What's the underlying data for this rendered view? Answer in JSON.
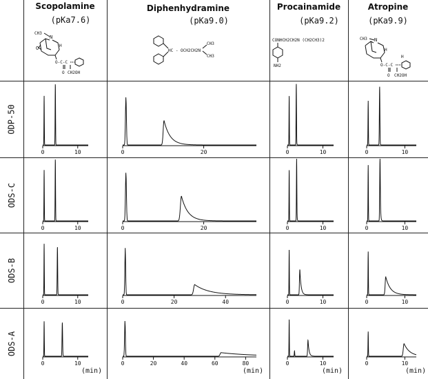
{
  "columns": [
    {
      "name": "Scopolamine",
      "pka": "(pKa7.6)"
    },
    {
      "name": "Diphenhydramine",
      "pka": "(pKa9.0)"
    },
    {
      "name": "Procainamide",
      "pka": "(pKa9.2)"
    },
    {
      "name": "Atropine",
      "pka": "(pKa9.9)"
    }
  ],
  "rows": [
    "ODP-50",
    "ODS-C",
    "ODS-B",
    "ODS-A"
  ],
  "time_unit": "(min)",
  "structures": {
    "scopolamine": {
      "n_methyl": "CH3",
      "n": "N",
      "h": "H",
      "ester": "O-C-C",
      "carbonyl_o": "O",
      "ch2oh": "CH2OH"
    },
    "diphenhydramine": {
      "chain": "HC - OCH2CH2N",
      "methyl1": "CH3",
      "methyl2": "CH3"
    },
    "procainamide": {
      "chain": "CONHCH2CH2N (CH2CH3)2",
      "nh2": "NH2"
    },
    "atropine": {
      "n_methyl": "CH3",
      "n": "N",
      "h": "H",
      "ester": "O-C-C",
      "carbonyl_o": "O",
      "ch2oh": "CH2OH"
    }
  },
  "chart_data": [
    {
      "type": "line",
      "column": "Scopolamine",
      "row": "ODP-50",
      "xlim": [
        0,
        13
      ],
      "ticks": [
        0,
        10
      ],
      "tick_labels": [
        "0",
        "10"
      ],
      "peaks": [
        {
          "t": 0.4,
          "h": 0.8,
          "w": 0.05,
          "tail": 0.02
        },
        {
          "t": 3.6,
          "h": 1.0,
          "w": 0.06,
          "tail": 0.03
        }
      ]
    },
    {
      "type": "line",
      "column": "Diphenhydramine",
      "row": "ODP-50",
      "xlim": [
        0,
        33
      ],
      "ticks": [
        0,
        20
      ],
      "tick_labels": [
        "0",
        "20"
      ],
      "peaks": [
        {
          "t": 0.8,
          "h": 0.78,
          "w": 0.12,
          "tail": 0.03
        },
        {
          "t": 10.2,
          "h": 0.4,
          "w": 0.2,
          "tail": 1.5
        }
      ]
    },
    {
      "type": "line",
      "column": "Procainamide",
      "row": "ODP-50",
      "xlim": [
        0,
        13
      ],
      "ticks": [
        0,
        10
      ],
      "tick_labels": [
        "0",
        "10"
      ],
      "peaks": [
        {
          "t": 0.5,
          "h": 0.8,
          "w": 0.05,
          "tail": 0.02
        },
        {
          "t": 2.5,
          "h": 1.0,
          "w": 0.06,
          "tail": 0.05
        }
      ]
    },
    {
      "type": "line",
      "column": "Atropine",
      "row": "ODP-50",
      "xlim": [
        0,
        13
      ],
      "ticks": [
        0,
        10
      ],
      "tick_labels": [
        "0",
        "10"
      ],
      "peaks": [
        {
          "t": 0.4,
          "h": 0.72,
          "w": 0.05,
          "tail": 0.02
        },
        {
          "t": 3.4,
          "h": 0.95,
          "w": 0.07,
          "tail": 0.05
        }
      ]
    },
    {
      "type": "line",
      "column": "Scopolamine",
      "row": "ODS-C",
      "xlim": [
        0,
        13
      ],
      "ticks": [
        0,
        10
      ],
      "tick_labels": [
        "0",
        "10"
      ],
      "peaks": [
        {
          "t": 0.4,
          "h": 0.82,
          "w": 0.05,
          "tail": 0.02
        },
        {
          "t": 3.6,
          "h": 1.0,
          "w": 0.06,
          "tail": 0.03
        }
      ]
    },
    {
      "type": "line",
      "column": "Diphenhydramine",
      "row": "ODS-C",
      "xlim": [
        0,
        33
      ],
      "ticks": [
        0,
        20
      ],
      "tick_labels": [
        "0",
        "20"
      ],
      "peaks": [
        {
          "t": 0.8,
          "h": 0.78,
          "w": 0.12,
          "tail": 0.03
        },
        {
          "t": 14.5,
          "h": 0.4,
          "w": 0.25,
          "tail": 1.6
        }
      ]
    },
    {
      "type": "line",
      "column": "Procainamide",
      "row": "ODS-C",
      "xlim": [
        0,
        13
      ],
      "ticks": [
        0,
        10
      ],
      "tick_labels": [
        "0",
        "10"
      ],
      "peaks": [
        {
          "t": 0.5,
          "h": 0.82,
          "w": 0.05,
          "tail": 0.02
        },
        {
          "t": 2.6,
          "h": 1.0,
          "w": 0.06,
          "tail": 0.06
        }
      ]
    },
    {
      "type": "line",
      "column": "Atropine",
      "row": "ODS-C",
      "xlim": [
        0,
        13
      ],
      "ticks": [
        0,
        10
      ],
      "tick_labels": [
        "0",
        "10"
      ],
      "peaks": [
        {
          "t": 0.4,
          "h": 0.9,
          "w": 0.05,
          "tail": 0.02
        },
        {
          "t": 3.5,
          "h": 1.0,
          "w": 0.08,
          "tail": 0.1
        }
      ]
    },
    {
      "type": "line",
      "column": "Scopolamine",
      "row": "ODS-B",
      "xlim": [
        0,
        13
      ],
      "ticks": [
        0,
        10
      ],
      "tick_labels": [
        "0",
        "10"
      ],
      "peaks": [
        {
          "t": 0.4,
          "h": 0.85,
          "w": 0.05,
          "tail": 0.02
        },
        {
          "t": 4.2,
          "h": 0.8,
          "w": 0.07,
          "tail": 0.05
        }
      ]
    },
    {
      "type": "line",
      "column": "Diphenhydramine",
      "row": "ODS-B",
      "xlim": [
        0,
        52
      ],
      "ticks": [
        0,
        20,
        40
      ],
      "tick_labels": [
        "0",
        "20",
        "40"
      ],
      "peaks": [
        {
          "t": 1.0,
          "h": 0.78,
          "w": 0.15,
          "tail": 0.05
        },
        {
          "t": 28.0,
          "h": 0.17,
          "w": 0.4,
          "tail": 5.5
        }
      ]
    },
    {
      "type": "line",
      "column": "Procainamide",
      "row": "ODS-B",
      "xlim": [
        0,
        13
      ],
      "ticks": [
        0,
        10
      ],
      "tick_labels": [
        "0",
        "10"
      ],
      "peaks": [
        {
          "t": 0.5,
          "h": 0.75,
          "w": 0.05,
          "tail": 0.02
        },
        {
          "t": 3.5,
          "h": 0.42,
          "w": 0.1,
          "tail": 0.35
        }
      ]
    },
    {
      "type": "line",
      "column": "Atropine",
      "row": "ODS-B",
      "xlim": [
        0,
        13
      ],
      "ticks": [
        0,
        10
      ],
      "tick_labels": [
        "0",
        "10"
      ],
      "peaks": [
        {
          "t": 0.4,
          "h": 0.72,
          "w": 0.05,
          "tail": 0.02
        },
        {
          "t": 5.0,
          "h": 0.3,
          "w": 0.15,
          "tail": 1.2
        }
      ]
    },
    {
      "type": "line",
      "column": "Scopolamine",
      "row": "ODS-A",
      "xlim": [
        0,
        13
      ],
      "ticks": [
        0,
        10
      ],
      "tick_labels": [
        "0",
        "10"
      ],
      "peaks": [
        {
          "t": 0.4,
          "h": 0.78,
          "w": 0.05,
          "tail": 0.02
        },
        {
          "t": 5.6,
          "h": 0.75,
          "w": 0.08,
          "tail": 0.06
        }
      ]
    },
    {
      "type": "line",
      "column": "Diphenhydramine",
      "row": "ODS-A",
      "xlim": [
        0,
        87
      ],
      "ticks": [
        0,
        20,
        40,
        60,
        80
      ],
      "tick_labels": [
        "0",
        "20",
        "40",
        "60",
        "80"
      ],
      "peaks": [
        {
          "t": 1.5,
          "h": 0.8,
          "w": 0.25,
          "tail": 0.05
        },
        {
          "t": 64.0,
          "h": 0.08,
          "w": 0.6,
          "tail": 20.0
        }
      ]
    },
    {
      "type": "line",
      "column": "Procainamide",
      "row": "ODS-A",
      "xlim": [
        0,
        13
      ],
      "ticks": [
        0,
        10
      ],
      "tick_labels": [
        "0",
        "10"
      ],
      "peaks": [
        {
          "t": 0.5,
          "h": 0.82,
          "w": 0.05,
          "tail": 0.02
        },
        {
          "t": 2.0,
          "h": 0.12,
          "w": 0.06,
          "tail": 0.03
        },
        {
          "t": 5.8,
          "h": 0.36,
          "w": 0.1,
          "tail": 0.3
        }
      ]
    },
    {
      "type": "line",
      "column": "Atropine",
      "row": "ODS-A",
      "xlim": [
        0,
        13
      ],
      "ticks": [
        0,
        10
      ],
      "tick_labels": [
        "0",
        "10"
      ],
      "peaks": [
        {
          "t": 0.4,
          "h": 0.55,
          "w": 0.05,
          "tail": 0.02
        },
        {
          "t": 9.8,
          "h": 0.28,
          "w": 0.2,
          "tail": 1.5
        }
      ]
    }
  ]
}
